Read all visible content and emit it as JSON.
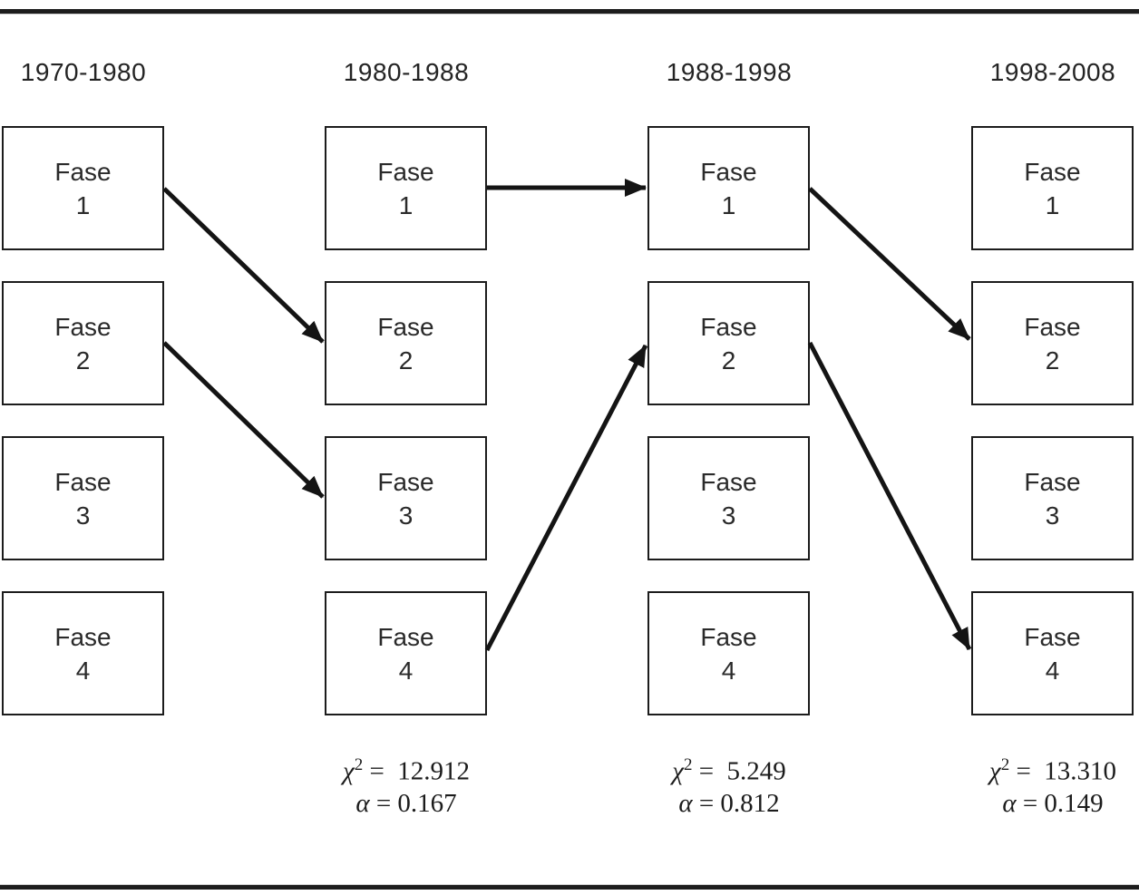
{
  "diagram": {
    "columns": [
      {
        "header": "1970-1980"
      },
      {
        "header": "1980-1988",
        "stats": {
          "chi_symbol": "χ",
          "chi_exp": "2",
          "chi_value": " =  12.912",
          "alpha_symbol": "α",
          "alpha_value": " = 0.167"
        }
      },
      {
        "header": "1988-1998",
        "stats": {
          "chi_symbol": "χ",
          "chi_exp": "2",
          "chi_value": " =  5.249",
          "alpha_symbol": "α",
          "alpha_value": " = 0.812"
        }
      },
      {
        "header": "1998-2008",
        "stats": {
          "chi_symbol": "χ",
          "chi_exp": "2",
          "chi_value": " =  13.310",
          "alpha_symbol": "α",
          "alpha_value": " = 0.149"
        }
      }
    ],
    "phases": [
      {
        "line1": "Fase",
        "line2": "1"
      },
      {
        "line1": "Fase",
        "line2": "2"
      },
      {
        "line1": "Fase",
        "line2": "3"
      },
      {
        "line1": "Fase",
        "line2": "4"
      }
    ],
    "transitions": [
      {
        "from": "1970-1980 Fase 1",
        "to": "1980-1988 Fase 2"
      },
      {
        "from": "1970-1980 Fase 2",
        "to": "1980-1988 Fase 3"
      },
      {
        "from": "1980-1988 Fase 1",
        "to": "1988-1998 Fase 1"
      },
      {
        "from": "1980-1988 Fase 4",
        "to": "1988-1998 Fase 2"
      },
      {
        "from": "1988-1998 Fase 1",
        "to": "1998-2008 Fase 2"
      },
      {
        "from": "1988-1998 Fase 2",
        "to": "1998-2008 Fase 4"
      }
    ],
    "colors": {
      "line": "#141414",
      "text": "#1f1f1f",
      "background": "#ffffff"
    }
  }
}
